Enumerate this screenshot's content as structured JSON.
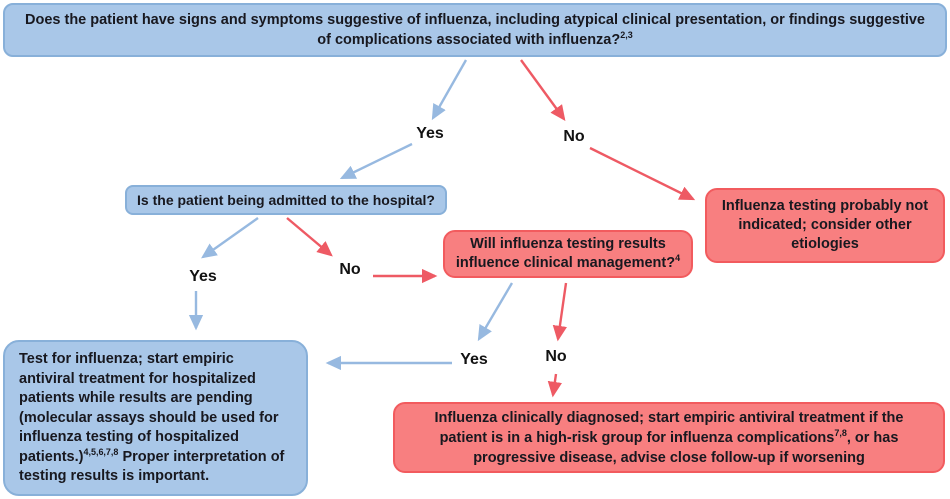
{
  "diagram_title": "Influenza testing decision flowchart",
  "colors": {
    "blue_node_fill": "#a9c7e8",
    "blue_node_border": "#88b0d9",
    "red_node_fill": "#f87f80",
    "red_node_border": "#f25b5e",
    "blue_arrow": "#97b9e0",
    "red_arrow": "#ee5a64",
    "text": "#18181f",
    "background": "#ffffff"
  },
  "nodes": {
    "root": {
      "text": "Does the patient have signs and symptoms suggestive of influenza, including atypical clinical presentation, or findings suggestive of complications associated with influenza?",
      "sup": "2,3"
    },
    "admit": {
      "text": "Is the patient being admitted to the hospital?"
    },
    "not_indicated": {
      "text": "Influenza testing probably not indicated; consider other etiologies"
    },
    "management": {
      "text": "Will influenza testing results influence clinical management?",
      "sup": "4"
    },
    "test": {
      "text": "Test for influenza; start empiric antiviral treatment for hospitalized patients while results are pending (molecular assays should be used for influenza testing of hospitalized patients.)",
      "sup": "4,5,6,7,8",
      "after": " Proper interpretation of testing results is important."
    },
    "clinical": {
      "text": "Influenza clinically diagnosed; start empiric antiviral treatment if the patient is in a high-risk group for influenza complications",
      "sup": "7,8",
      "after": ", or has progressive disease, advise close follow-up if worsening"
    }
  },
  "labels": {
    "root_yes": "Yes",
    "root_no": "No",
    "admit_yes": "Yes",
    "admit_no": "No",
    "mgmt_yes": "Yes",
    "mgmt_no": "No"
  }
}
